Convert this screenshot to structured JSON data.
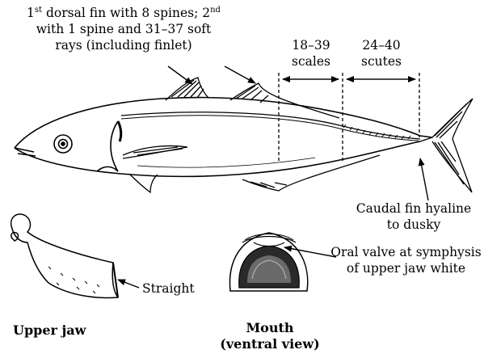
{
  "annotations": {
    "dorsal_fin": {
      "line1_a": "1",
      "line1_sup1": "st",
      "line1_b": " dorsal fin with 8 spines; 2",
      "line1_sup2": "nd",
      "line2": "with 1 spine and 31–37 soft",
      "line3": "rays (including finlet)"
    },
    "scales": {
      "count": "18–39",
      "label": "scales"
    },
    "scutes": {
      "count": "24–40",
      "label": "scutes"
    },
    "caudal_fin": {
      "line1": "Caudal fin hyaline",
      "line2": "to dusky"
    },
    "oral_valve": {
      "line1": "Oral valve at symphysis",
      "line2": "of upper jaw white"
    },
    "upper_jaw_shape": "Straight"
  },
  "captions": {
    "upper_jaw": "Upper jaw",
    "mouth_line1": "Mouth",
    "mouth_line2": "(ventral view)"
  }
}
